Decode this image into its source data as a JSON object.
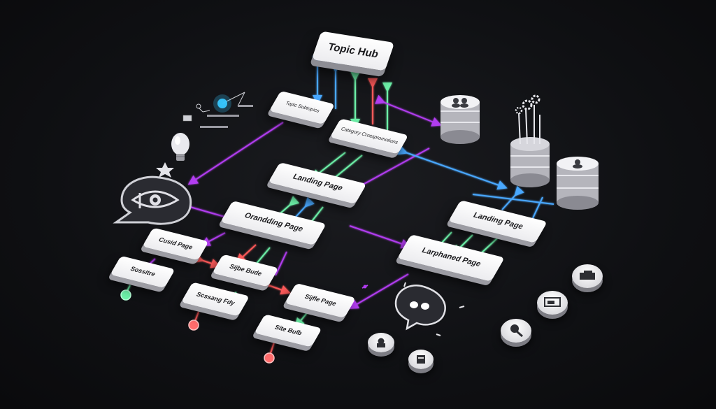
{
  "diagram": {
    "hub": {
      "label": "Topic Hub"
    },
    "nodes": {
      "small_top_left": "Topic Subtopics",
      "small_top_mid": "Category Crosspromotions",
      "landing_center": "Landing Page",
      "orangding": "Orandding Page",
      "landing_right": "Landing Page",
      "larphaned": "Larphaned Page",
      "cusid": "Cusid Page",
      "sossitre": "Sossitre",
      "sijbe_bude": "Sijbe Bude",
      "sijfle": "Sijfle Page",
      "scssang": "Scssang Fdy",
      "site_bulb": "Site Bulb"
    },
    "colors": {
      "purple": "#b23cf0",
      "blue": "#4aa8ff",
      "green": "#6df0a8",
      "red": "#ff5a5a",
      "glow": "#38c8ff"
    },
    "icons": [
      "lightbulb-icon",
      "star-icon",
      "eye-speech-bubble-icon",
      "database-icon",
      "gear-icon",
      "user-icon",
      "face-bubble-icon"
    ]
  }
}
